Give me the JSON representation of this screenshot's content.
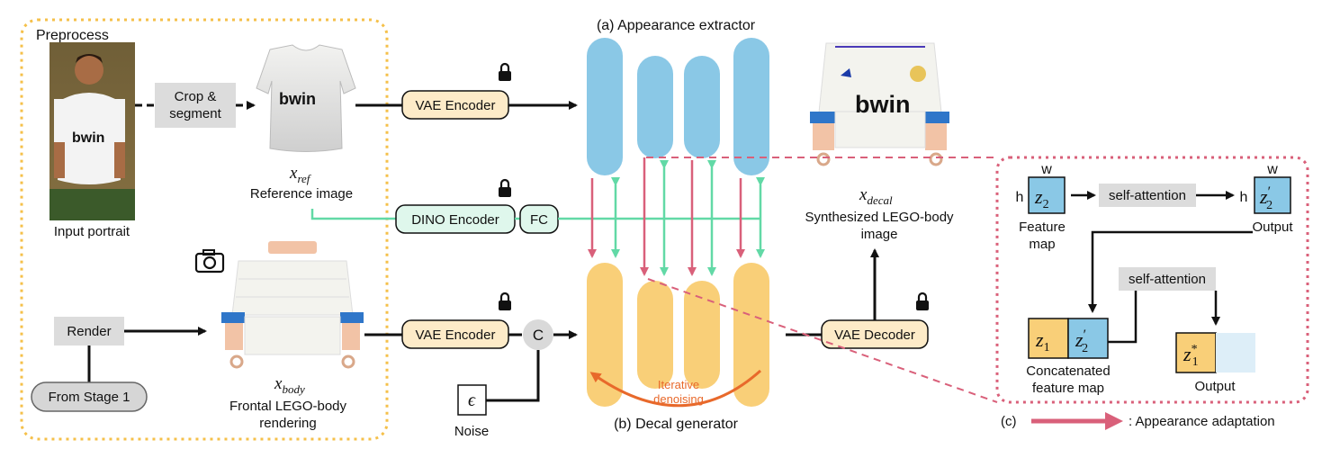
{
  "preprocess": {
    "title": "Preprocess",
    "portrait_caption": "Input portrait",
    "crop_label": "Crop &",
    "crop_label2": "segment",
    "ref_symbol": "x",
    "ref_sub": "ref",
    "ref_caption": "Reference image",
    "render_label": "Render",
    "stage1_label": "From Stage 1",
    "body_symbol": "x",
    "body_sub": "body",
    "body_caption1": "Frontal LEGO-body",
    "body_caption2": "rendering"
  },
  "encoders": {
    "vae_encoder_top": "VAE Encoder",
    "vae_encoder_bottom": "VAE Encoder",
    "dino_encoder": "DINO Encoder",
    "fc": "FC",
    "concat": "C",
    "noise_symbol": "ϵ",
    "noise_label": "Noise",
    "vae_decoder": "VAE Decoder"
  },
  "networks": {
    "appearance_extractor": "(a) Appearance extractor",
    "decal_generator": "(b) Decal generator",
    "iterative1": "Iterative",
    "iterative2": "denoising"
  },
  "output": {
    "decal_symbol": "x",
    "decal_sub": "decal",
    "caption1": "Synthesized LEGO-body",
    "caption2": "image",
    "shirt_brand": "bwin"
  },
  "inset": {
    "w_label1": "w",
    "w_label2": "w",
    "h_label1": "h",
    "h_label2": "h",
    "z2": "z",
    "z2_sub": "2",
    "z2p": "z",
    "z2p_sub": "2",
    "z2p_mark": "′",
    "self_attention_top": "self-attention",
    "feature_map1": "Feature",
    "feature_map2": "map",
    "output_top": "Output",
    "z1": "z",
    "z1_sub": "1",
    "self_attention_bottom": "self-attention",
    "concat_caption1": "Concatenated",
    "concat_caption2": "feature map",
    "z1s": "z",
    "z1s_sub": "1",
    "z1s_mark": "*",
    "output_bottom": "Output"
  },
  "legend": {
    "label": "(c)",
    "text": ": Appearance adaptation"
  },
  "colors": {
    "blue": "#8ac8e6",
    "orange": "#f9cf78",
    "mint": "#dff7ec",
    "mint_stroke": "#6fd3a6",
    "peach": "#fdebc8",
    "pink": "#d9607a",
    "green": "#62d9a6",
    "dashed_orange": "#f5c04a",
    "gray": "#dcdcdc"
  }
}
